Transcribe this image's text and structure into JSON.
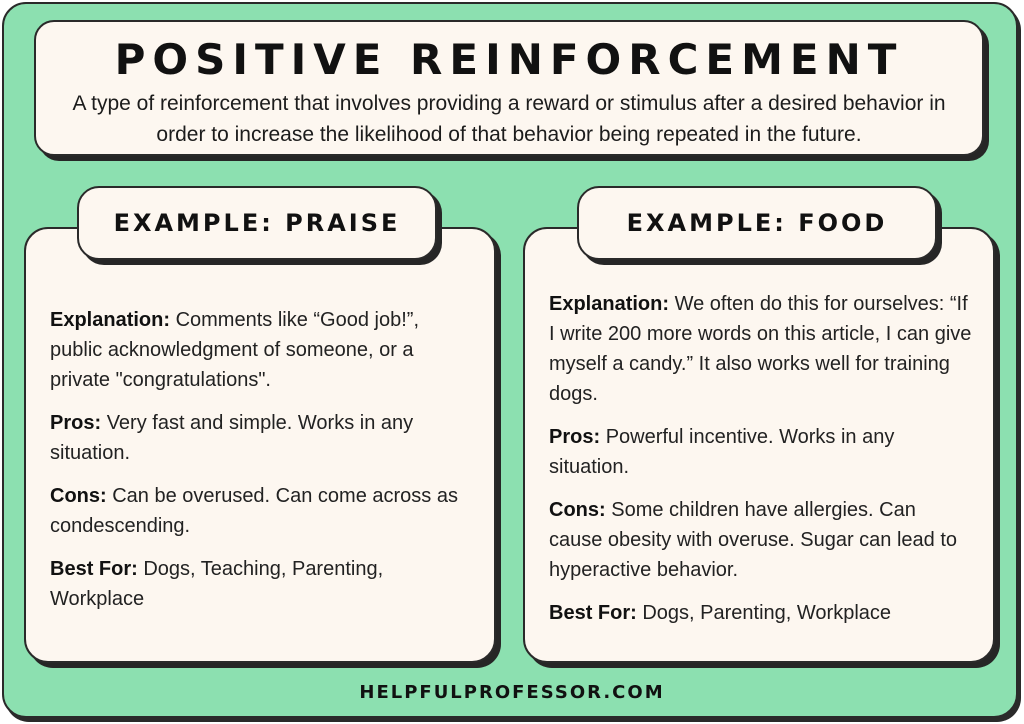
{
  "header": {
    "title": "POSITIVE REINFORCEMENT",
    "definition": "A type of reinforcement that involves providing a reward or stimulus after a desired behavior in order to increase the likelihood of that behavior being repeated in the future."
  },
  "examples": [
    {
      "tab_label": "EXAMPLE: PRAISE",
      "entries": [
        {
          "label": "Explanation:",
          "text": "Comments like “Good job!”, public acknowledgment of someone, or a private \"congratulations\"."
        },
        {
          "label": "Pros:",
          "text": "Very fast and simple. Works in any situation."
        },
        {
          "label": "Cons:",
          "text": "Can be overused. Can come across as condescending."
        },
        {
          "label": "Best For:",
          "text": "Dogs, Teaching, Parenting, Workplace"
        }
      ]
    },
    {
      "tab_label": "EXAMPLE: FOOD",
      "entries": [
        {
          "label": "Explanation:",
          "text": "We often do this for ourselves: “If I write 200 more words on this article, I can give myself a candy.” It also works well for training dogs."
        },
        {
          "label": "Pros:",
          "text": "Powerful incentive. Works in any situation."
        },
        {
          "label": "Cons:",
          "text": "Some children have allergies. Can cause obesity with overuse. Sugar can lead to hyperactive behavior."
        },
        {
          "label": "Best For:",
          "text": "Dogs, Parenting, Workplace"
        }
      ]
    }
  ],
  "footer": {
    "site": "HELPFULPROFESSOR.COM"
  },
  "colors": {
    "background": "#8ce0b0",
    "card": "#fdf7f0",
    "outline": "#2a2a2a"
  }
}
